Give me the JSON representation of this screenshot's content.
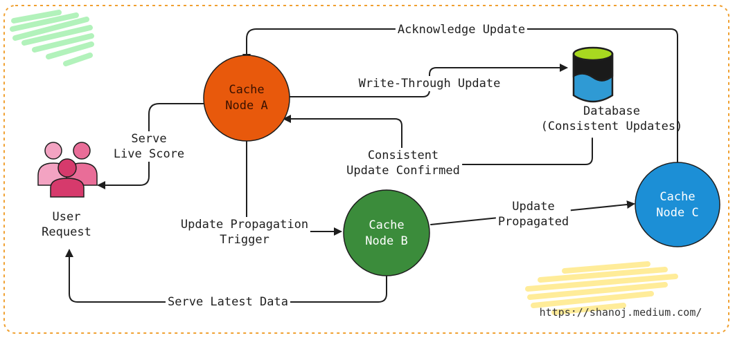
{
  "nodes": {
    "cache_a": {
      "label": "Cache\nNode A",
      "color": "#e8590c"
    },
    "cache_b": {
      "label": "Cache\nNode B",
      "color": "#3b8c3b"
    },
    "cache_c": {
      "label": "Cache\nNode C",
      "color": "#1c8fd6"
    },
    "database": {
      "label": "Database\n(Consistent Updates)",
      "top_color": "#a8d820",
      "body_color": "#2f9ad4"
    },
    "user": {
      "label": "User\nRequest",
      "color": "#d63a6c"
    }
  },
  "edges": {
    "acknowledge": "Acknowledge Update",
    "write_through": "Write-Through Update",
    "consistent": "Consistent\nUpdate Confirmed",
    "serve_live": "Serve\nLive Score",
    "propagation": "Update Propagation\nTrigger",
    "propagated": "Update\nPropagated",
    "serve_latest": "Serve Latest Data"
  },
  "footer": {
    "url": "https://shanoj.medium.com/"
  },
  "colors": {
    "frame": "#f0a030",
    "stroke": "#1e1e1e",
    "green_scribble": "#b2f2bb",
    "yellow_scribble": "#ffec99"
  }
}
